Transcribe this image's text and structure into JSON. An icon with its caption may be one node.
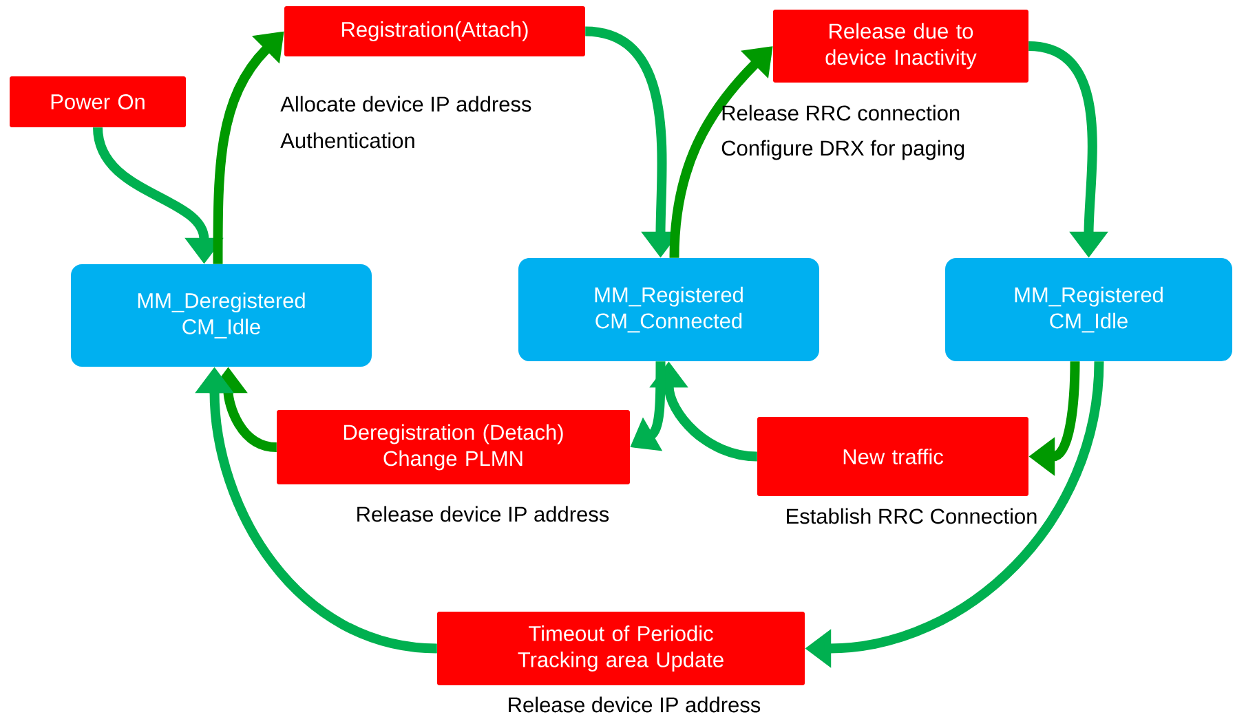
{
  "diagram": {
    "nodes": [
      {
        "text": [
          "Registration(Attach)"
        ],
        "beside": [
          "Allocate device IP address",
          "Authentication"
        ]
      },
      {
        "text": [
          "Release due to device Inactivity"
        ],
        "beside": [
          "Release RRC connection",
          "Configure DRX for paging"
        ]
      },
      {
        "text": [
          "Power On"
        ]
      },
      {
        "text": [
          "MM_Deregistered CM_Idle"
        ]
      },
      {
        "text": [
          "MM_Registered CM_Connected"
        ]
      },
      {
        "text": [
          "MM_Registered CM_Idle"
        ]
      },
      {
        "text": [
          "Deregistration (Detach) Change PLMN"
        ],
        "beside": [
          "Release device IP address"
        ]
      },
      {
        "text": [
          "New traffic"
        ],
        "beside": [
          "Establish RRC Connection"
        ]
      },
      {
        "text": [
          "Timeout of Periodic Tracking area Update"
        ],
        "beside": [
          "Release device IP address"
        ]
      }
    ],
    "edges": [
      {
        "from": 2,
        "to": 3,
        "arrow": "to"
      },
      {
        "from": 3,
        "to": 0,
        "arrow": "to",
        "color": "#009900"
      },
      {
        "from": 0,
        "to": 4,
        "arrow": "to"
      },
      {
        "from": 4,
        "to": 1,
        "arrow": "to",
        "color": "#009900"
      },
      {
        "from": 1,
        "to": 5,
        "arrow": "to"
      },
      {
        "from": 5,
        "to": 7,
        "arrow": "to",
        "color": "#009900"
      },
      {
        "from": 7,
        "to": 4,
        "arrow": "to"
      },
      {
        "from": 4,
        "to": 6,
        "arrow": "to"
      },
      {
        "from": 6,
        "to": 3,
        "arrow": "to",
        "color": "#009900"
      },
      {
        "from": 5,
        "to": 8,
        "arrow": "to"
      },
      {
        "from": 8,
        "to": 3,
        "arrow": "to"
      }
    ]
  }
}
